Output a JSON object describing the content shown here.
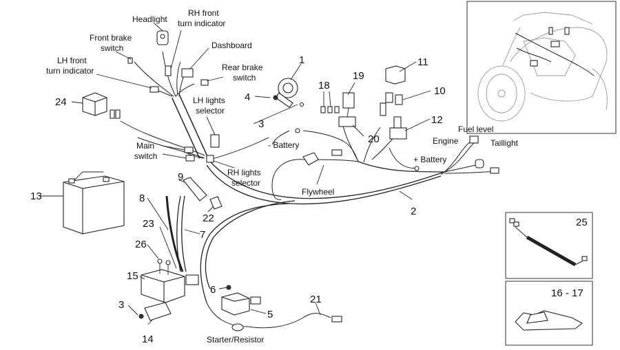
{
  "labels": {
    "headlight": "Headlight",
    "rh_front_turn": [
      "RH front",
      "turn indicator"
    ],
    "front_brake_switch": [
      "Front brake",
      "switch"
    ],
    "dashboard": "Dashboard",
    "lh_front_turn": [
      "LH front",
      "turn indicator"
    ],
    "rear_brake_switch": [
      "Rear brake",
      "switch"
    ],
    "lh_lights_selector": [
      "LH lights",
      "selector"
    ],
    "minus_battery": "- Battery",
    "main_switch": [
      "Main",
      "switch"
    ],
    "rh_lights_selector": [
      "RH lights",
      "selector"
    ],
    "flywheel": "Flywheel",
    "engine": "Engine",
    "plus_battery": "+ Battery",
    "fuel_level": "Fuel level",
    "taillight": "Taillight",
    "starter_resistor": "Starter/Resistor"
  },
  "numbers": {
    "n1": "1",
    "n2": "2",
    "n3": "3",
    "n4": "4",
    "n5": "5",
    "n6": "6",
    "n7": "7",
    "n8": "8",
    "n9": "9",
    "n10": "10",
    "n11": "11",
    "n12": "12",
    "n13": "13",
    "n14": "14",
    "n15": "15",
    "n18": "18",
    "n19": "19",
    "n20": "20",
    "n21": "21",
    "n22": "22",
    "n23": "23",
    "n24": "24",
    "n25": "25",
    "n26": "26",
    "n3b": "3",
    "n16_17": "16 - 17"
  }
}
